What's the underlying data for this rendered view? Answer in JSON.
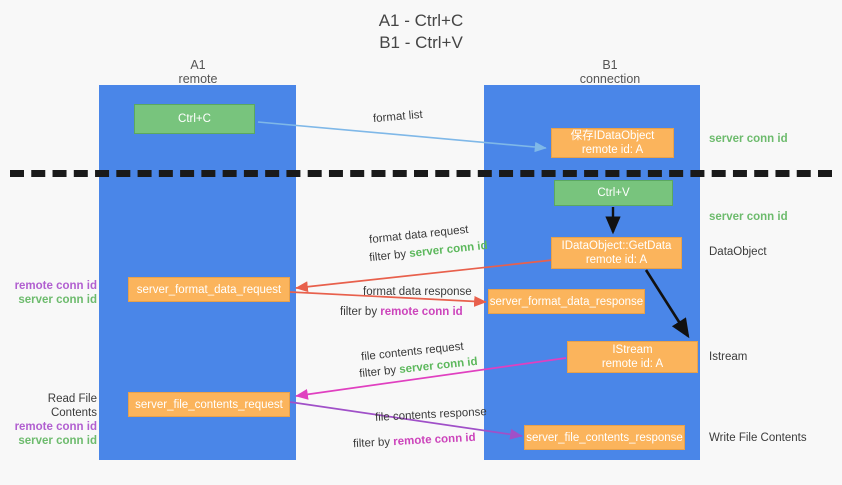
{
  "title": {
    "line1": "A1 - Ctrl+C",
    "line2": "B1 - Ctrl+V"
  },
  "lanes": [
    {
      "name": "A1",
      "sub": "remote"
    },
    {
      "name": "B1",
      "sub": "connection"
    }
  ],
  "boxes": {
    "ctrl_c": {
      "line1": "Ctrl+C",
      "line2": ""
    },
    "save_idataobject": {
      "line1": "保存IDataObject",
      "line2": "remote id: A"
    },
    "ctrl_v": {
      "line1": "Ctrl+V",
      "line2": ""
    },
    "getdata": {
      "line1": "IDataObject::GetData",
      "line2": "remote id: A"
    },
    "istream": {
      "line1": "IStream",
      "line2": "remote id: A"
    },
    "server_format_data_request": {
      "line1": "server_format_data_request",
      "line2": ""
    },
    "server_format_data_response": {
      "line1": "server_format_data_response",
      "line2": ""
    },
    "server_file_contents_request": {
      "line1": "server_file_contents_request",
      "line2": ""
    },
    "server_file_contents_response": {
      "line1": "server_file_contents_response",
      "line2": ""
    }
  },
  "right_labels": {
    "server_conn_id_1": "server conn id",
    "server_conn_id_2": "server conn id",
    "dataobject": "DataObject",
    "istream": "Istream",
    "write_file_contents": "Write File Contents"
  },
  "left_labels": {
    "remote_conn_id_1": "remote conn id",
    "server_conn_id_1": "server conn id",
    "read_file_contents": "Read File Contents",
    "remote_conn_id_2": "remote conn id",
    "server_conn_id_2": "server conn id"
  },
  "edges": {
    "format_list": "format list",
    "format_data_request": "format data request",
    "format_data_request_filter_pre": "filter by ",
    "format_data_request_filter_key": "server conn id",
    "format_data_response": "format data response",
    "format_data_response_filter_pre": "filter by ",
    "format_data_response_filter_key": "remote conn id",
    "file_contents_request": "file contents request",
    "file_contents_request_filter_pre": "filter by ",
    "file_contents_request_filter_key": "server conn id",
    "file_contents_response": "file contents response",
    "file_contents_response_filter_pre": "filter by ",
    "file_contents_response_filter_key": "remote conn id"
  },
  "colors": {
    "lane": "#4a86e8",
    "green_box": "#78c47d",
    "orange_box": "#fbb45c",
    "remote_conn": "#b15fd0",
    "server_conn": "#6dbb6d",
    "arrow_blue": "#7fb8e8",
    "arrow_red": "#e8604c",
    "arrow_magenta": "#e040c0",
    "arrow_purple": "#a050c8",
    "arrow_black": "#111111"
  }
}
